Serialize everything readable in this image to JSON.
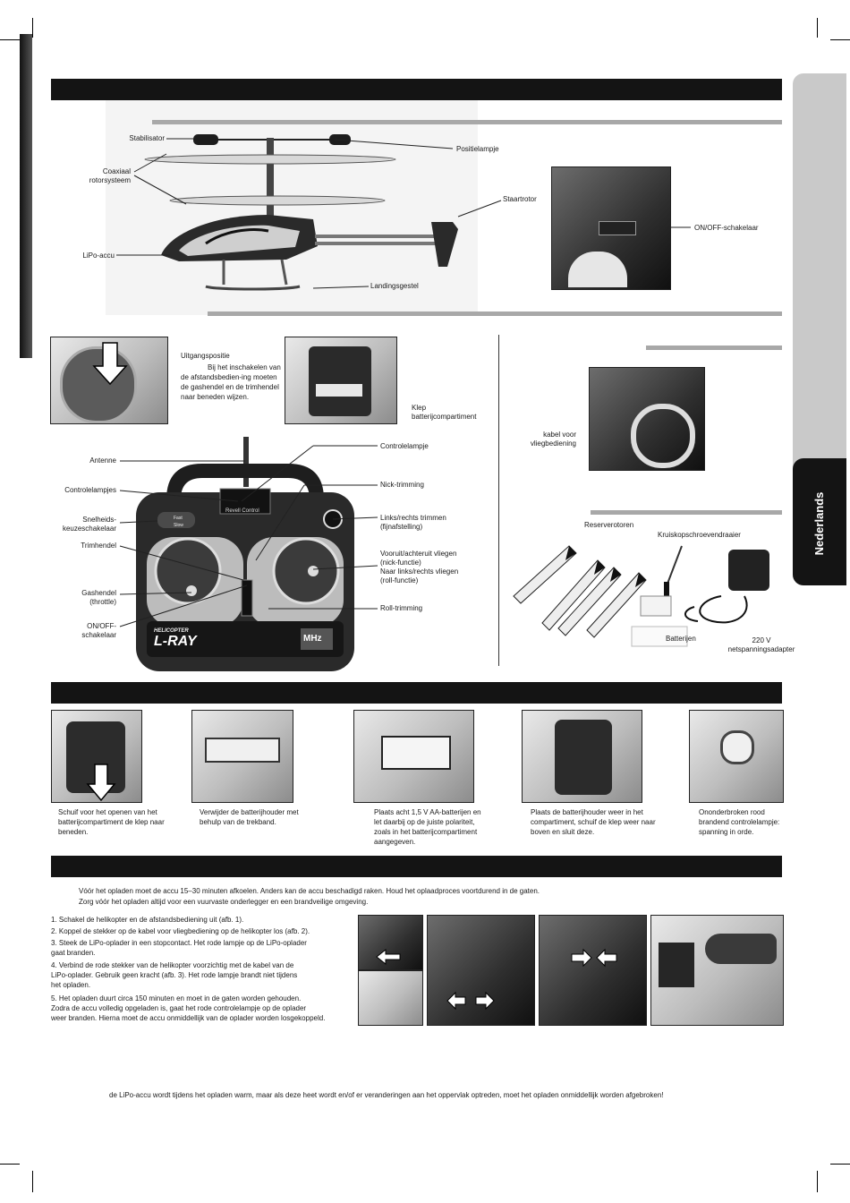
{
  "side_tab": {
    "label": "Nederlands"
  },
  "helicopter": {
    "labels": {
      "stabilisator": "Stabilisator",
      "positielampje": "Positielampje",
      "coaxiaal": "Coaxiaal\nrotorsysteem",
      "staartrotor": "Staartrotor",
      "lipo": "LiPo-accu",
      "landingsgestel": "Landingsgestel",
      "onoff": "ON/OFF-schakelaar"
    }
  },
  "start_position": {
    "title": "Uitgangspositie",
    "text": "Bij het inschakelen van de afstandsbedien-ing moeten de gashendel en de trimhendel naar beneden wijzen.",
    "klep": "Klep\nbatterijcompartiment"
  },
  "cable": {
    "label": "kabel voor\nvliegbediening"
  },
  "remote": {
    "labels": {
      "antenne": "Antenne",
      "controlelampjes": "Controlelampjes",
      "snelheid": "Snelheids-\nkeuzeschakelaar",
      "trimhendel": "Trimhendel",
      "gashendel": "Gashendel\n(throttle)",
      "onoff": "ON/OFF-\nschakelaar",
      "controlelampje": "Controlelampje",
      "nick": "Nick-trimming",
      "linksrechts": "Links/rechts trimmen\n(fijnafstelling)",
      "vooruit": "Vooruit/achteruit vliegen\n(nick-functie)\nNaar links/rechts vliegen\n(roll-functie)",
      "roll": "Roll-trimming"
    },
    "brand_top": "Revell Control",
    "model": "L-RAY",
    "sub": "HELICOPTER",
    "freq": "MHz",
    "fast": "Fast",
    "slow": "Slow"
  },
  "accessories": {
    "reserverotoren": "Reserverotoren",
    "schroevendraaier": "Kruiskopschroevendraaier",
    "batterijen": "Batterijen",
    "adapter": "220 V\nnetspanningsadapter"
  },
  "battery_steps": [
    {
      "caption": "Schuif voor het openen van het batterijcompartiment de klep naar beneden."
    },
    {
      "caption": "Verwijder de batterijhouder met behulp van de trekband."
    },
    {
      "caption": "Plaats acht 1,5 V AA-batterijen en let daarbij op de juiste polariteit, zoals in het batterijcompartiment aangegeven."
    },
    {
      "caption": "Plaats de batterijhouder weer in het compartiment, schuif de klep weer naar boven en sluit deze."
    },
    {
      "caption": "Ononderbroken rood brandend controlelampje: spanning in orde."
    }
  ],
  "charging": {
    "warning1": "Vóór het opladen moet de accu 15–30 minuten afkoelen. Anders kan de accu beschadigd raken. Houd het oplaadproces voortdurend in de gaten.",
    "warning2": "Zorg vóór het opladen altijd voor een vuurvaste onderlegger en een brandveilige omgeving.",
    "steps": [
      "1. Schakel de helikopter en de afstandsbediening uit (afb. 1).",
      "2. Koppel de stekker op de kabel voor vliegbediening op de helikopter los (afb. 2).",
      "3. Steek de LiPo-oplader in een stopcontact. Het rode lampje op de LiPo-oplader\n    gaat branden.",
      "4. Verbind de rode stekker van de helikopter voorzichtig met de kabel van de\n    LiPo-oplader. Gebruik geen kracht (afb. 3). Het rode lampje brandt niet tijdens\n    het opladen.",
      "5. Het opladen duurt circa 150 minuten en moet in de gaten worden gehouden.\n    Zodra de accu volledig opgeladen is, gaat het rode controlelampje op de oplader\n    weer branden. Hierna moet de accu onmiddellijk van de oplader worden losgekoppeld."
    ],
    "footer": "de LiPo-accu wordt tijdens het opladen warm, maar als deze heet wordt en/of er veranderingen aan het oppervlak optreden, moet het opladen onmiddellijk worden afgebroken!"
  }
}
